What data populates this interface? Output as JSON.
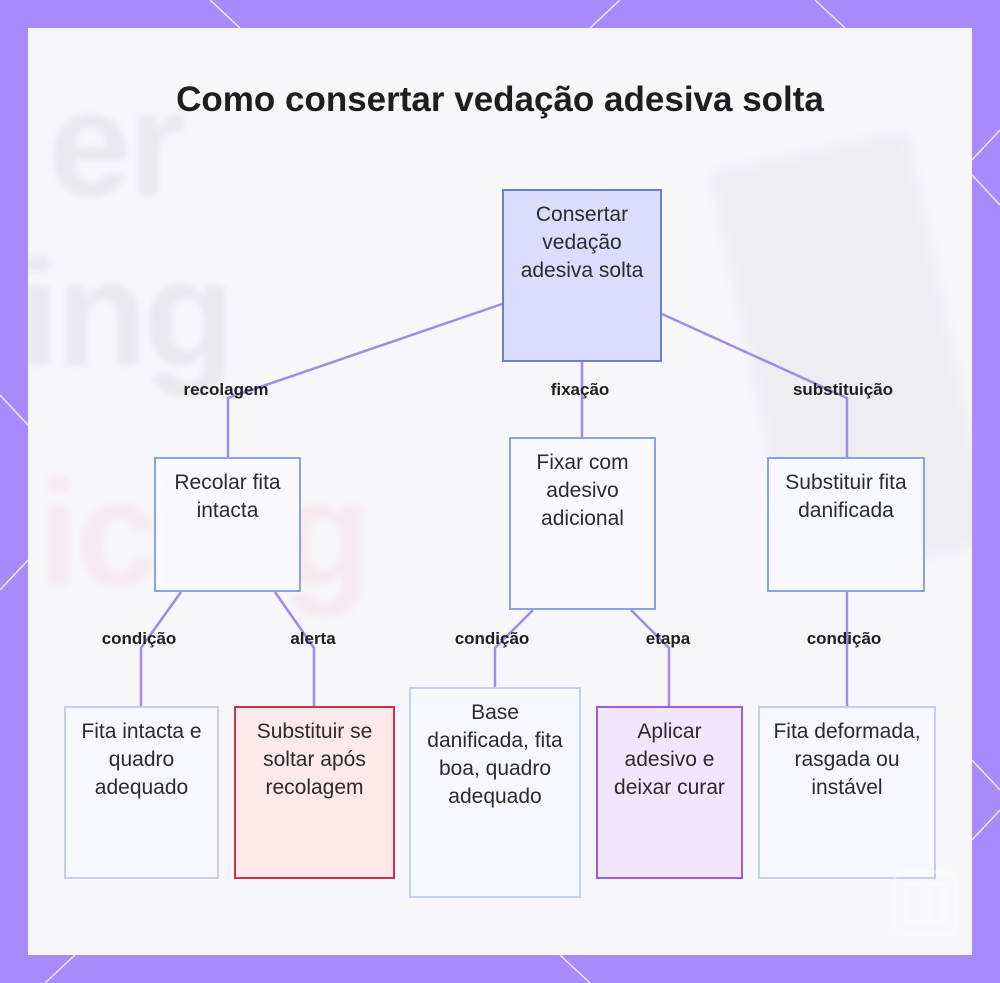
{
  "title": "Como consertar vedação adesiva solta",
  "nodes": {
    "root": "Consertar vedação adesiva solta",
    "recolar": "Recolar fita intacta",
    "fixar": "Fixar com adesivo adicional",
    "substituir": "Substituir fita danificada",
    "cond_intacta": "Fita intacta e quadro adequado",
    "alerta_soltar": "Substituir se soltar após recolagem",
    "cond_base": "Base danificada, fita boa, quadro adequado",
    "etapa_aplicar": "Aplicar adesivo e deixar curar",
    "cond_deformada": "Fita deformada, rasgada ou instável"
  },
  "edges": {
    "recolagem": "recolagem",
    "fixacao": "fixação",
    "substituicao": "substituição",
    "condicao_1": "condição",
    "alerta": "alerta",
    "condicao_2": "condição",
    "etapa": "etapa",
    "condicao_3": "condição"
  },
  "colors": {
    "frame": "#a78bfa",
    "edge": "#a28be6",
    "root_fill": "#dcdcfd",
    "alert_border": "#cc3344",
    "step_border": "#9b5de0"
  }
}
